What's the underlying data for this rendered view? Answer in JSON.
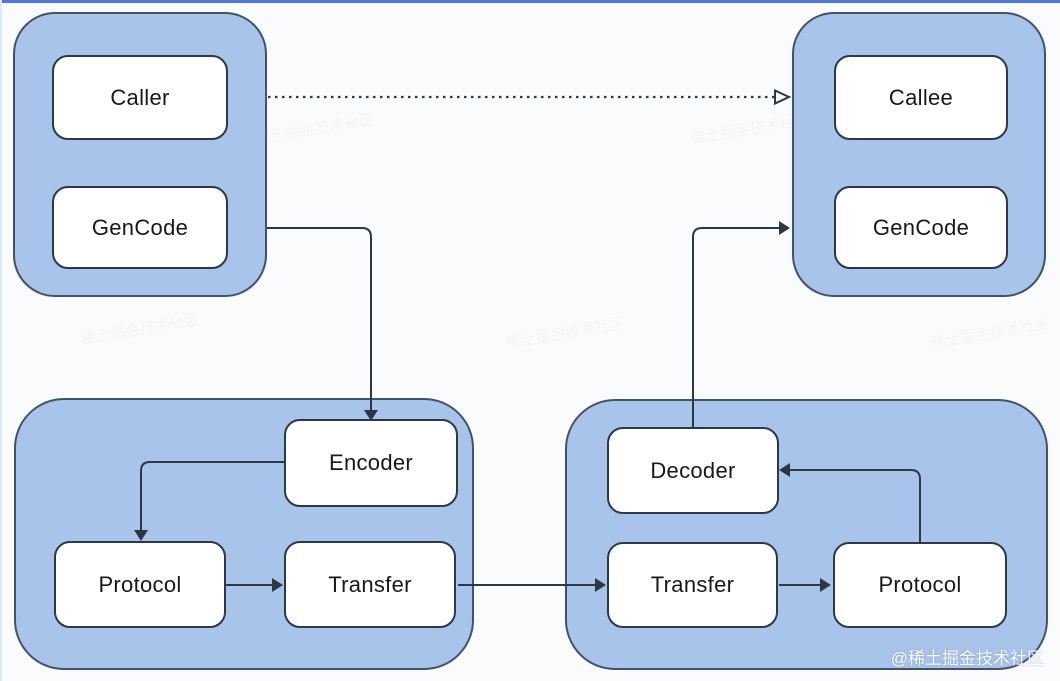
{
  "nodes": {
    "caller": {
      "label": "Caller"
    },
    "gencode_left": {
      "label": "GenCode"
    },
    "callee": {
      "label": "Callee"
    },
    "gencode_right": {
      "label": "GenCode"
    },
    "encoder": {
      "label": "Encoder"
    },
    "protocol_left": {
      "label": "Protocol"
    },
    "transfer_left": {
      "label": "Transfer"
    },
    "decoder": {
      "label": "Decoder"
    },
    "transfer_right": {
      "label": "Transfer"
    },
    "protocol_right": {
      "label": "Protocol"
    }
  },
  "groups": [
    {
      "id": "caller-group",
      "nodes": [
        "Caller",
        "GenCode"
      ]
    },
    {
      "id": "callee-group",
      "nodes": [
        "Callee",
        "GenCode"
      ]
    },
    {
      "id": "client-stack",
      "nodes": [
        "Encoder",
        "Protocol",
        "Transfer"
      ]
    },
    {
      "id": "server-stack",
      "nodes": [
        "Decoder",
        "Transfer",
        "Protocol"
      ]
    }
  ],
  "edges": [
    {
      "from": "Caller",
      "to": "Callee",
      "line": "dashed",
      "arrowhead": "open-triangle"
    },
    {
      "from": "GenCode (caller)",
      "to": "Encoder",
      "line": "solid",
      "arrowhead": "filled"
    },
    {
      "from": "Encoder",
      "to": "Protocol (client)",
      "line": "solid",
      "arrowhead": "filled"
    },
    {
      "from": "Protocol (client)",
      "to": "Transfer (client)",
      "line": "solid",
      "arrowhead": "filled"
    },
    {
      "from": "Transfer (client)",
      "to": "Transfer (server)",
      "line": "solid",
      "arrowhead": "filled"
    },
    {
      "from": "Transfer (server)",
      "to": "Protocol (server)",
      "line": "solid",
      "arrowhead": "filled"
    },
    {
      "from": "Protocol (server)",
      "to": "Decoder",
      "line": "solid",
      "arrowhead": "filled"
    },
    {
      "from": "Decoder",
      "to": "GenCode (callee)",
      "line": "solid",
      "arrowhead": "filled"
    }
  ],
  "watermark": {
    "text": "@稀土掘金技术社区",
    "faint_text": "稀土掘金技术社区"
  },
  "colors": {
    "background": "#fafbfd",
    "group_fill": "#a9c4ea",
    "group_border": "#42526b",
    "box_fill": "#ffffff",
    "box_border": "#2c3847",
    "arrow": "#2e3744",
    "top_edge_line": "#4d78d9",
    "watermark_color": "#ffffff"
  }
}
